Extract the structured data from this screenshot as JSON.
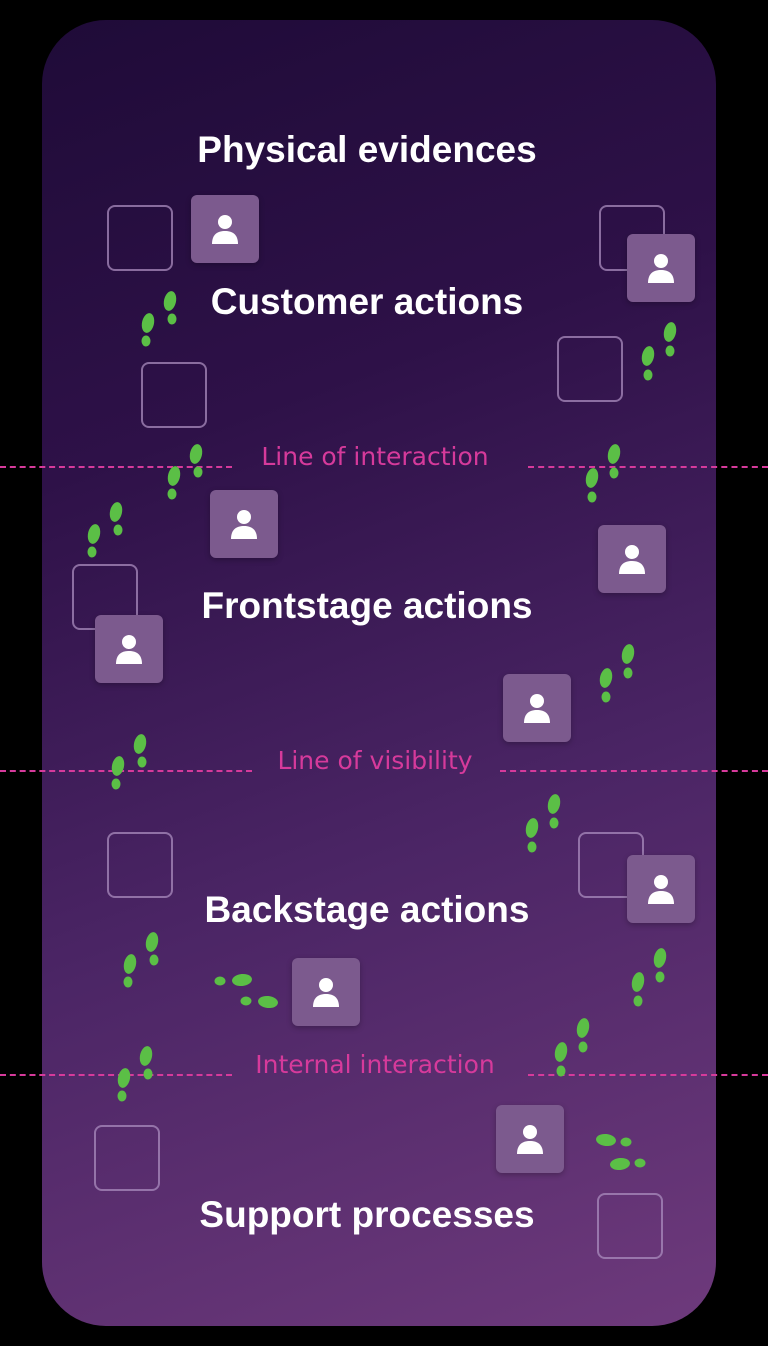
{
  "headings": {
    "physical_evidences": "Physical evidences",
    "customer_actions": "Customer actions",
    "frontstage_actions": "Frontstage actions",
    "backstage_actions": "Backstage actions",
    "support_processes": "Support processes"
  },
  "lines": {
    "interaction": "Line of interaction",
    "visibility": "Line of visibility",
    "internal": "Internal interaction"
  },
  "colors": {
    "accent_line": "#d63a9b",
    "footprint": "#5bbf46",
    "avatar_tile": "#7c5a8e",
    "heading_text": "#ffffff"
  },
  "icons": {
    "avatar": "user-icon",
    "footprints": "footprints-icon",
    "placeholder": "square-outline"
  }
}
